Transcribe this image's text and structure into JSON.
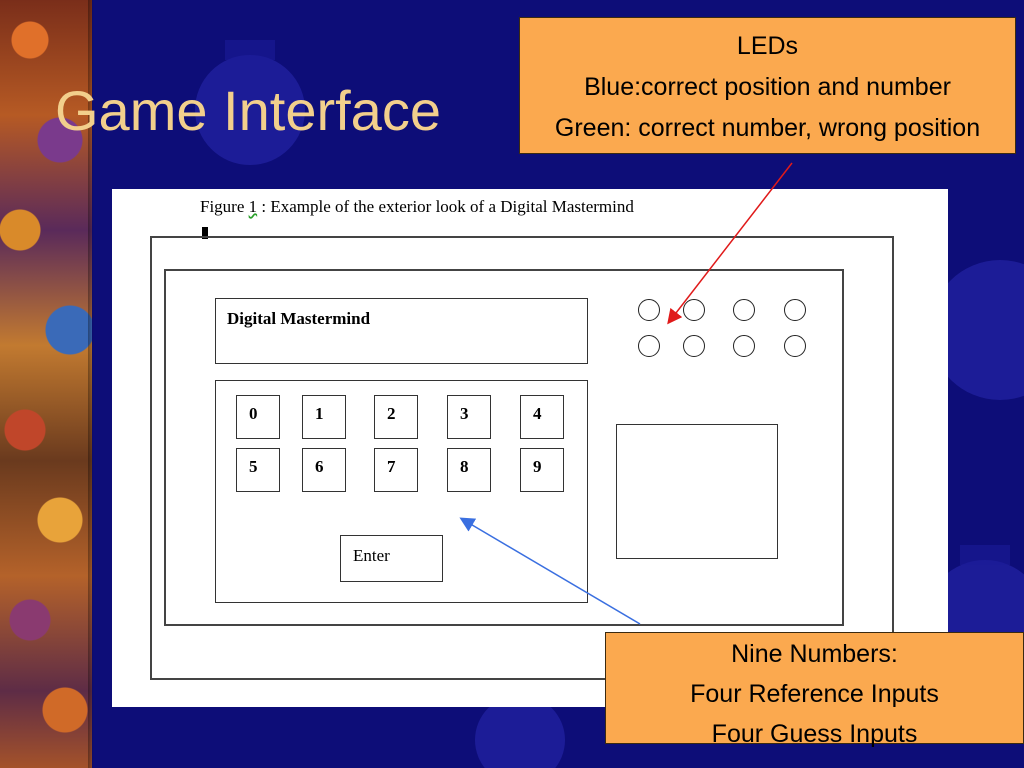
{
  "slide": {
    "title": "Game Interface"
  },
  "leds_callout": {
    "lines": [
      "LEDs",
      "Blue:correct position and number",
      "Green: correct number, wrong position"
    ]
  },
  "numbers_callout": {
    "lines": [
      "Nine Numbers:",
      "Four Reference Inputs",
      "Four Guess Inputs"
    ]
  },
  "figure": {
    "caption_prefix": "Figure ",
    "caption_number": "1",
    "caption_rest": " : Example of the exterior look of a Digital Mastermind",
    "display_title": "Digital Mastermind",
    "keys": [
      "0",
      "1",
      "2",
      "3",
      "4",
      "5",
      "6",
      "7",
      "8",
      "9"
    ],
    "enter_label": "Enter",
    "led_count": 8
  },
  "colors": {
    "background": "#0d0d78",
    "title": "#f2cf8c",
    "callout": "#fba94f",
    "led_arrow": "#e01a1a",
    "number_arrow": "#3a6fe0"
  }
}
